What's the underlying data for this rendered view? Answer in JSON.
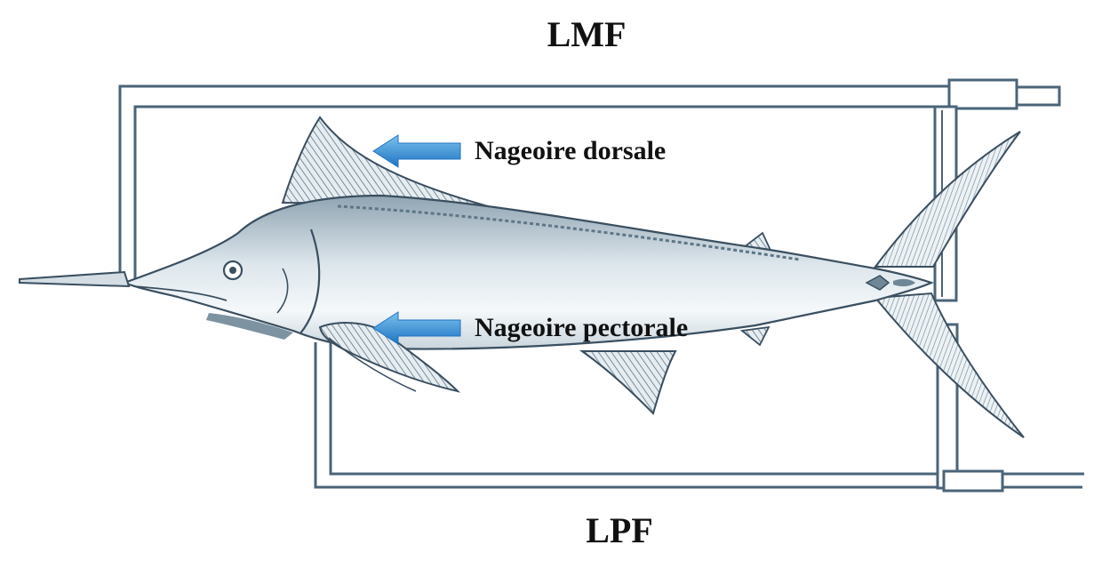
{
  "labels": {
    "top": "LMF",
    "bottom": "LPF",
    "dorsal_fin": "Nageoire dorsale",
    "pectoral_fin": "Nageoire pectorale"
  },
  "colors": {
    "frame_stroke": "#4a6478",
    "frame_fill": "#ffffff",
    "fish_outline": "#3a4f60",
    "fish_light": "#f4f8fa",
    "fish_dark": "#8fa4b2",
    "arrow_light": "#7cc2ec",
    "arrow_dark": "#1f73c4",
    "text": "#111111"
  }
}
